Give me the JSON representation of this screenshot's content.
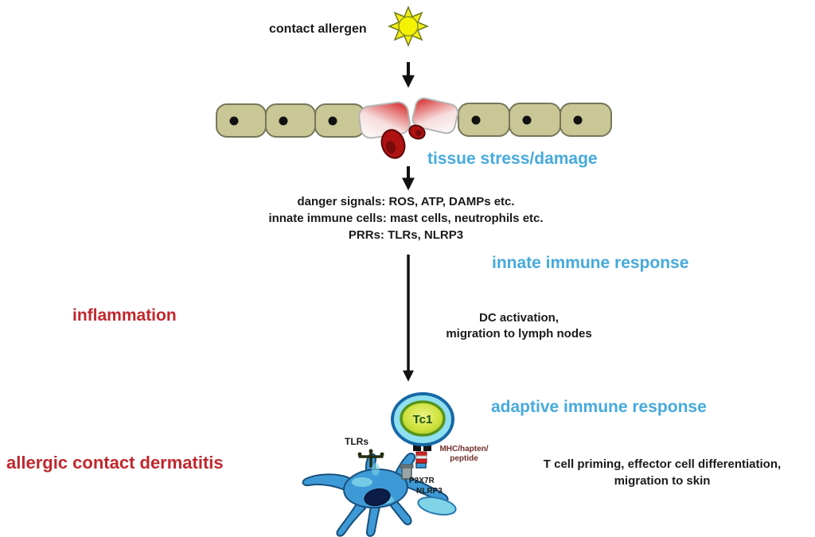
{
  "figure": {
    "allergen_label": "contact allergen",
    "stage_tissue": "tissue stress/damage",
    "innate_block": {
      "line1": "danger signals: ROS, ATP, DAMPs etc.",
      "line2": "innate immune cells: mast cells, neutrophils etc.",
      "line3": "PRRs: TLRs, NLRP3"
    },
    "stage_innate": "innate immune response",
    "outcome_inflammation": "inflammation",
    "dc_block": {
      "line1": "DC activation,",
      "line2": "migration to lymph nodes"
    },
    "stage_adaptive": "adaptive immune response",
    "outcome_acd": "allergic contact dermatitis",
    "tcell_block": {
      "line1": "T cell priming, effector cell differentiation,",
      "line2": "migration to skin"
    },
    "cell_labels": {
      "tc1": "Tc1",
      "tlrs": "TLRs",
      "mhc1": "MHC/hapten/",
      "mhc2": "peptide",
      "p2x7r": "P2X7R",
      "nlrp3": "NLRP3"
    },
    "colors": {
      "stage_blue": "#46aadc",
      "outcome_red": "#c1272d",
      "epithelium_fill": "#c9c795",
      "damage_red": "#d41b1b",
      "debris_red": "#b01212",
      "allergen_yellow": "#f2ee18",
      "dc_blue": "#3e9ad6",
      "tc1_ring_fill": "#8ee0f0",
      "tc1_core_fill": "#c8e03a",
      "arrow_black": "#111111"
    }
  }
}
